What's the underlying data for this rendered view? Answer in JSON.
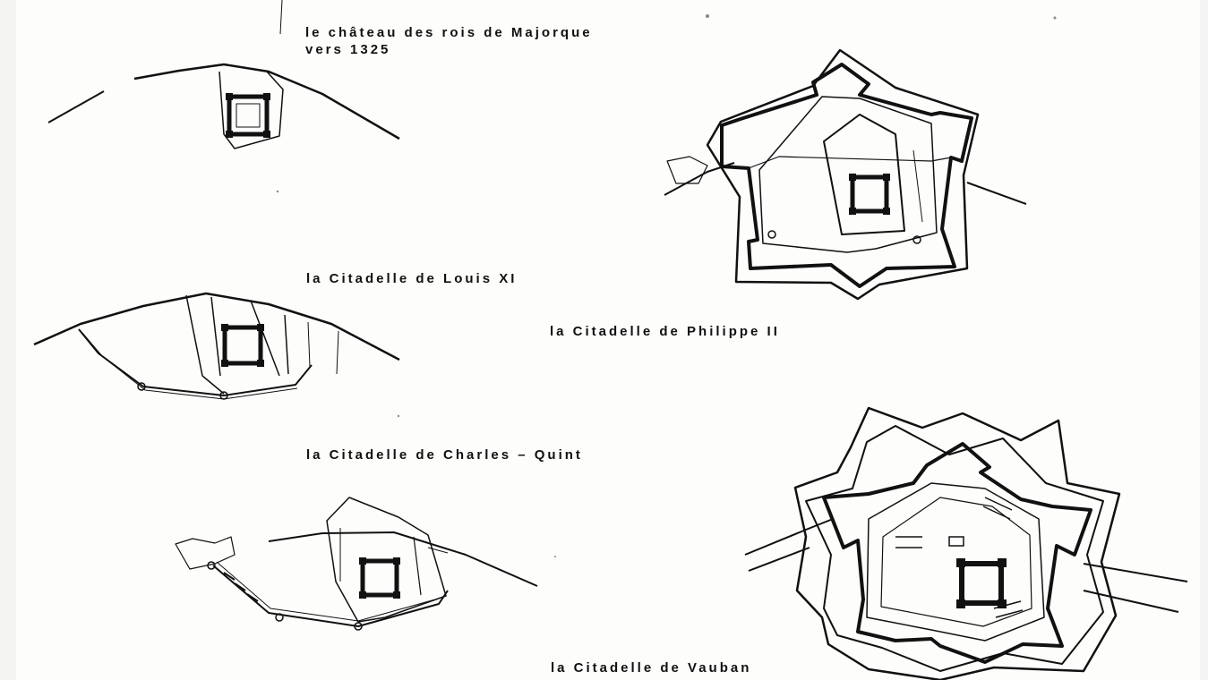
{
  "plate": {
    "captions": {
      "majorque_line1": "le château des rois de Majorque",
      "majorque_line2": "vers 1325",
      "louis": "la Citadelle de Louis XI",
      "philippe": "la Citadelle de Philippe II",
      "charles": "la Citadelle de Charles – Quint",
      "vauban": "la Citadelle de Vauban"
    }
  }
}
